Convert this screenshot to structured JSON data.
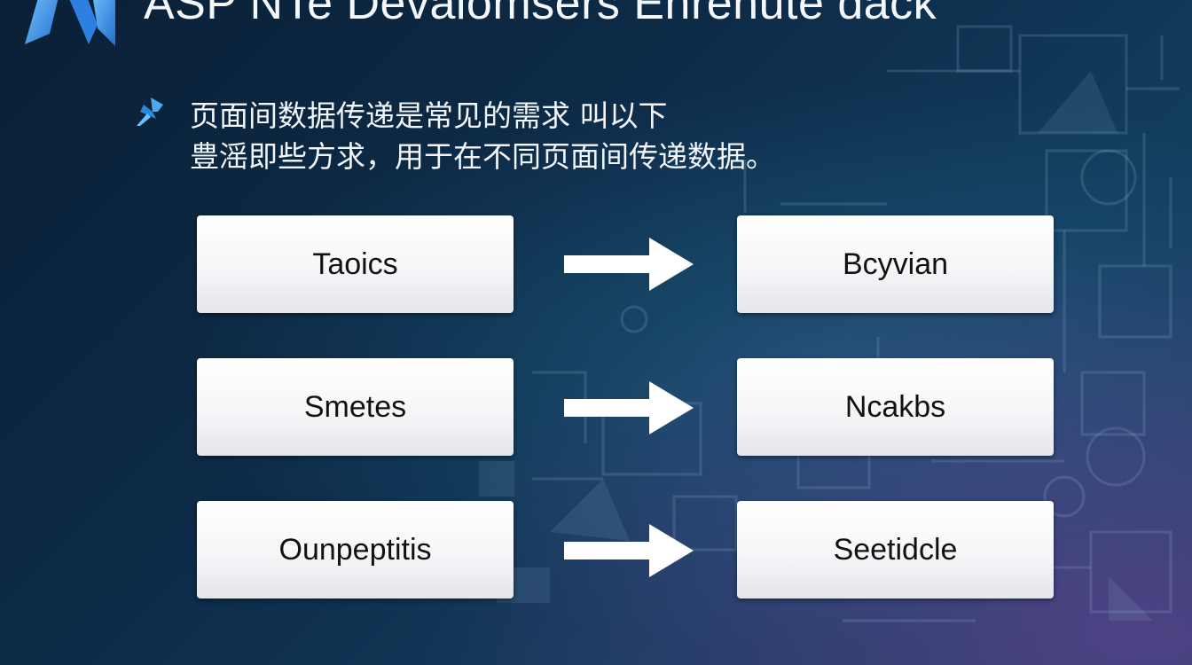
{
  "header": {
    "title": "ASP NTe Devalomsers Enrenute dack",
    "logo_icon": "visual-studio-logo-icon"
  },
  "bullet": {
    "icon": "pin-icon",
    "line1": "页面间数据传递是常见的需求 叫以下",
    "line2": "豊滛即些方求，用于在不同页面间传递数据。"
  },
  "rows": [
    {
      "left": "Taoics",
      "right": "Bcyvian"
    },
    {
      "left": "Smetes",
      "right": "Ncakbs"
    },
    {
      "left": "Ounpeptitis",
      "right": "Seetidcle"
    }
  ],
  "colors": {
    "background": "#0d2b48",
    "accent": "#2a8fe0",
    "box": "#ffffff",
    "arrow": "#ffffff"
  }
}
